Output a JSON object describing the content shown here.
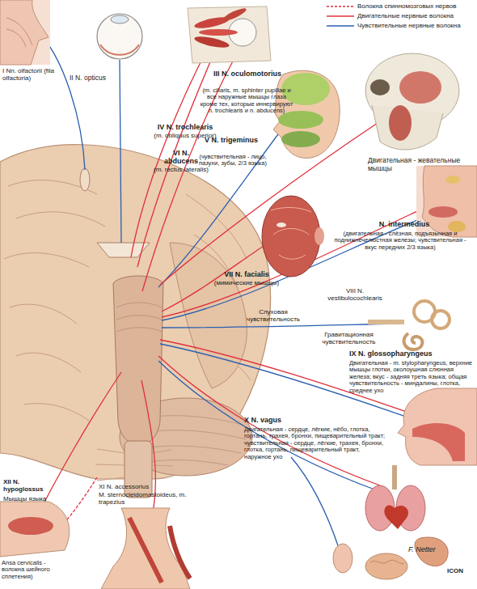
{
  "diagram": {
    "labels": [
      "I Nn. olfactorii (fila olfactoria)",
      "II N. opticus",
      "III N. oculomotorius",
      "(m. ciliaris, m. sphinter pupillae и все наружные мышцы глаза кроме тех, которые иннервируют n. trochlearis и n. abducens)",
      "IV N. trochlearis",
      "(m. obliquus superior)",
      "VI N. abducens",
      "(m. rectus lateralis)",
      "V N. trigeminus",
      "(чувствительная - лицо, пазухи, зубы, 2/3 языка)",
      "Двигательная - жевательные мышцы",
      "VII N. facialis",
      "(мимические мышцы)",
      "N. intermedius",
      "(двигательная - слёзная, подъязычная и поднижнечелюстная железы; чувствительная - вкус передних 2/3 языка)",
      "VIII N. vestibulocochlearis",
      "Слуховая чувствительность",
      "Гравитационная чувствительность",
      "IX N. glossopharyngeus",
      "Двигательная - m. stylopharyngeus, верхние мышцы глотки, околоушная слюнная железа; вкус - задняя треть языка; общая чувствительность - миндалины, глотка, среднее ухо",
      "X N. vagus",
      "Двигательная - сердце, лёгкие, нёбо, глотка, гортань, трахея, бронхи, пищеварительный тракт; чувствительная - сердце, лёгкие, трахея, бронхи, глотка, гортань, пищеварительный тракт, наружное ухо",
      "XII N. hypoglossus",
      "Мышцы языка",
      "XI N. accessorius",
      "M. sternocleidomastoideus, m. trapezius",
      "Ansa cervicalis - волокна шейного сплетения)",
      "F. Netter",
      "ICON"
    ],
    "legend": [
      {
        "text": "Волокна спинномозговых нервов"
      },
      {
        "text": "Двигательные нервные волокна"
      },
      {
        "text": "Чувствительные нервные волокна"
      }
    ]
  }
}
